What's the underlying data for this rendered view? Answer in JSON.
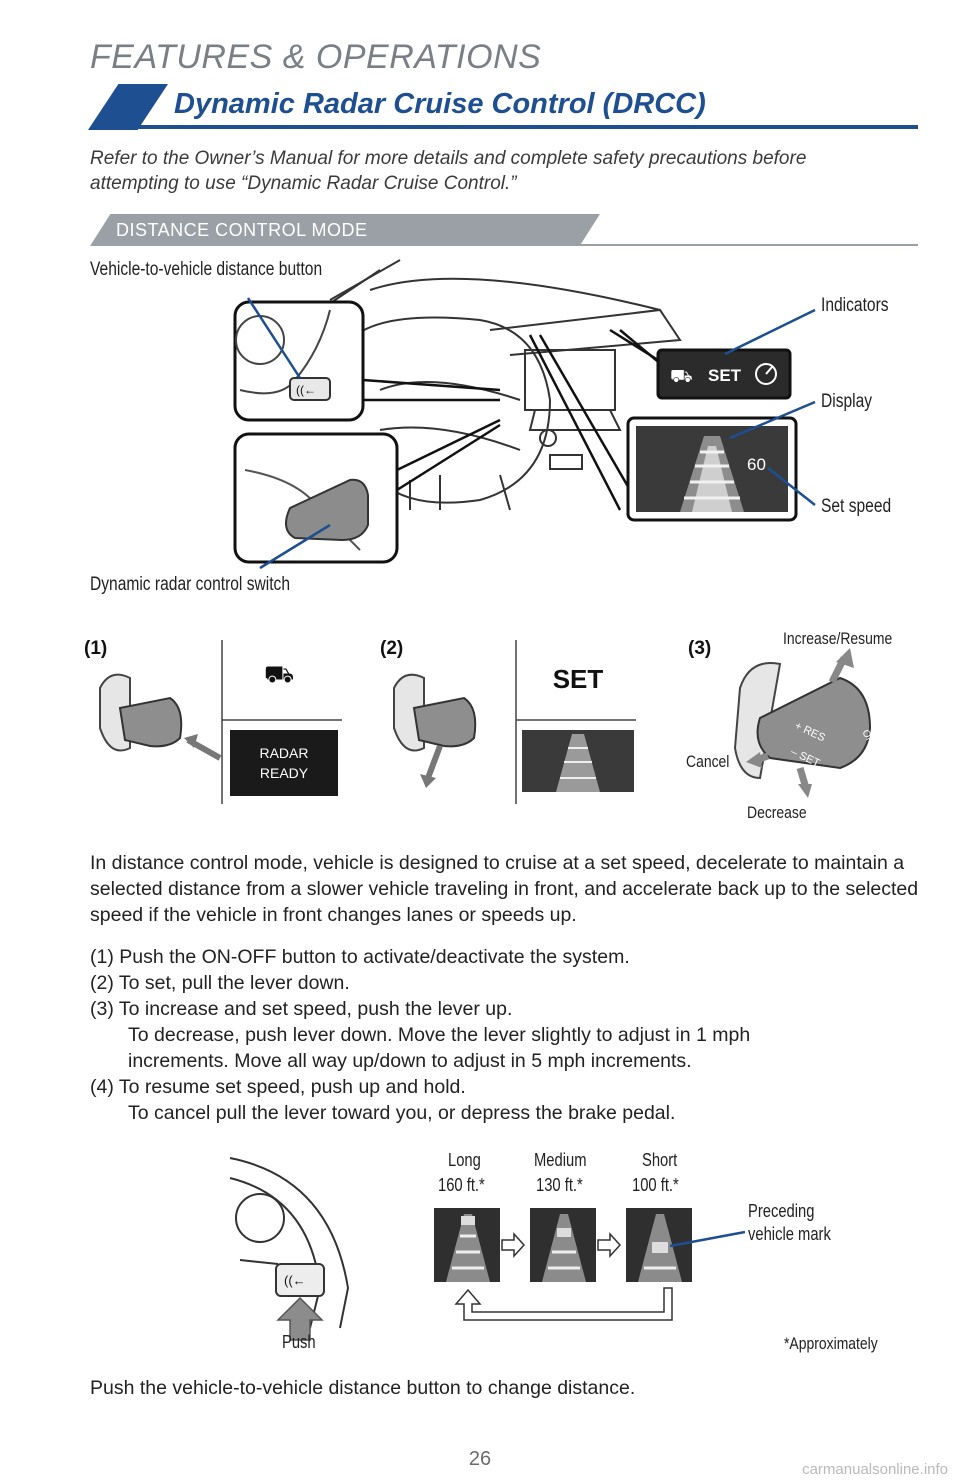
{
  "header": {
    "section": "FEATURES & OPERATIONS",
    "title": "Dynamic Radar Cruise Control (DRCC)"
  },
  "intro": "Refer to the Owner’s Manual for more details and complete safety precautions before attempting to use “Dynamic Radar Cruise Control.”",
  "mode_tab": "DISTANCE CONTROL MODE",
  "callouts": {
    "distance_button": "Vehicle-to-vehicle distance button",
    "indicators": "Indicators",
    "display": "Display",
    "set_speed": "Set speed",
    "switch": "Dynamic radar control switch"
  },
  "panel_indicator": {
    "set": "SET",
    "speed": "60"
  },
  "steps_figure": {
    "step1": "(1)",
    "step2": "(2)",
    "step3": "(3)",
    "radar_line1": "RADAR",
    "radar_line2": "READY",
    "set_label": "SET",
    "increase_resume": "Increase/Resume",
    "cancel": "Cancel",
    "decrease": "Decrease",
    "lever_res": "+ RES",
    "lever_set": "– SET",
    "lever_onoff": "ON-OFF"
  },
  "body_text": "In distance control mode, vehicle is designed to cruise at a set speed, decelerate to maintain a selected distance from a slower vehicle traveling in front, and accelerate back up to the selected speed if the vehicle in front changes lanes or speeds up.",
  "steps": [
    "(1) Push the ON-OFF button to activate/deactivate the system.",
    "(2) To set, pull the lever down.",
    "(3) To increase and set speed, push the lever up.",
    "To decrease, push lever down. Move the lever slightly to adjust in 1 mph",
    "increments. Move all way up/down to adjust in 5 mph increments.",
    "(4) To resume set speed, push up and hold.",
    "To cancel pull the lever toward you, or depress the brake pedal."
  ],
  "distance_figure": {
    "long_label": "Long",
    "long_value": "160 ft.*",
    "medium_label": "Medium",
    "medium_value": "130 ft.*",
    "short_label": "Short",
    "short_value": "100 ft.*",
    "preceding_line1": "Preceding",
    "preceding_line2": "vehicle mark",
    "push": "Push",
    "approx": "*Approximately"
  },
  "push_text": "Push the vehicle-to-vehicle distance button to change distance.",
  "page_number": "26",
  "watermark": "carmanualsonline.info",
  "colors": {
    "brand_blue": "#1d4f91",
    "tab_gray": "#9aa0a6",
    "callout_blue": "#1d4f91"
  }
}
